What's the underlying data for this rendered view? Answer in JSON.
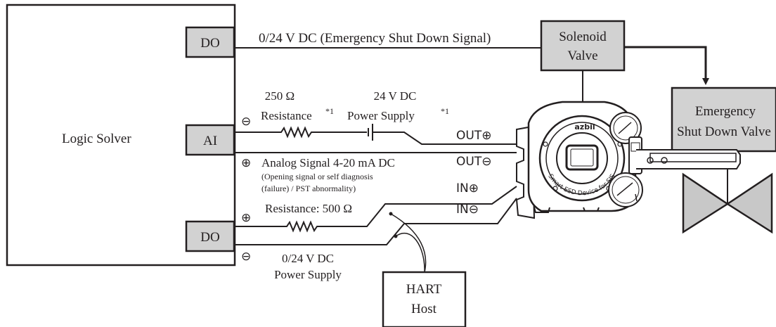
{
  "logic_solver": {
    "label": "Logic Solver",
    "do_top": "DO",
    "ai": "AI",
    "do_bottom": "DO"
  },
  "signals": {
    "esd_signal": "0/24 V DC (Emergency Shut Down Signal)",
    "resistance_value": "250 Ω",
    "resistance_label": "Resistance",
    "resistance_note": "*1",
    "power_value": "24 V DC",
    "power_label": "Power Supply",
    "power_note": "*1",
    "analog_signal": "Analog Signal 4-20 mA DC",
    "analog_note_1": "(Opening signal or self diagnosis",
    "analog_note_2": "(failure) / PST abnormality)",
    "resistance_500": "Resistance: 500 Ω",
    "supply_value": "0/24 V DC",
    "supply_label": "Power Supply"
  },
  "terminals": {
    "out_plus": "OUT⊕",
    "out_minus": "OUT⊖",
    "in_plus": "IN⊕",
    "in_minus": "IN⊖"
  },
  "polarity": {
    "minus": "⊖",
    "plus": "⊕"
  },
  "solenoid_valve": {
    "line1": "Solenoid",
    "line2": "Valve"
  },
  "esd_valve": {
    "line1": "Emergency",
    "line2": "Shut Down Valve"
  },
  "hart_host": {
    "line1": "HART",
    "line2": "Host"
  },
  "device": {
    "brand": "azbil",
    "curved_text": "Smart ESD Device for SIS"
  }
}
